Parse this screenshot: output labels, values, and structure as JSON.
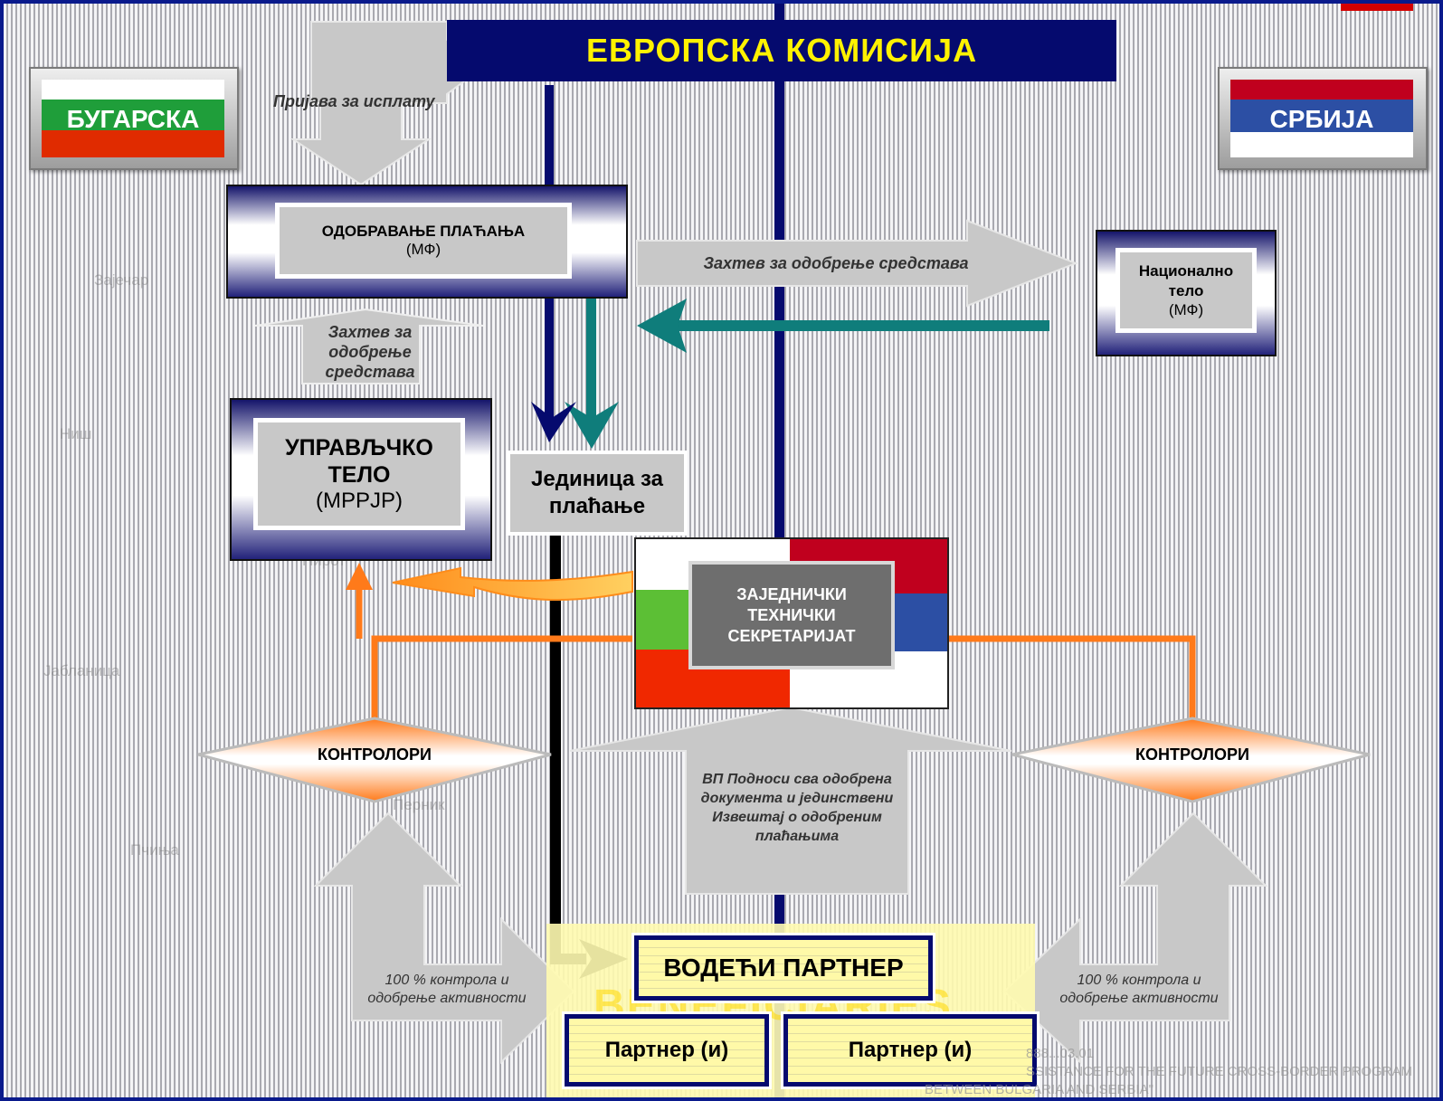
{
  "title": "ЕВРОПСКА КОМИСИЈА",
  "countries": {
    "left": {
      "label": "БУГАРСКА",
      "colors": [
        "#ffffff",
        "#1f9e3a",
        "#e02b00"
      ]
    },
    "right": {
      "label": "СРБИЈА",
      "colors": [
        "#c0001e",
        "#2c4fa4",
        "#ffffff"
      ]
    }
  },
  "boxes": {
    "payment_approval": {
      "title": "ОДОБРАВАЊЕ ПЛАЋАЊА",
      "sub": "(МФ)"
    },
    "national_body": {
      "title": "Национално тело",
      "sub": "(МФ)"
    },
    "managing_body": {
      "title": "УПРАВЉЧКО ТЕЛО",
      "sub": "(МРРЈР)"
    },
    "payment_unit": {
      "title": "Јединица за плаћање"
    },
    "jts": {
      "title": "ЗАЈЕДНИЧКИ ТЕХНИЧКИ СЕКРЕТАРИЈАТ"
    },
    "controllers_left": {
      "title": "КОНТРОЛОРИ"
    },
    "controllers_right": {
      "title": "КОНТРОЛОРИ"
    },
    "lead_partner": {
      "title": "ВОДЕЋИ ПАРТНЕР"
    },
    "partner_1": {
      "title": "Партнер (и)"
    },
    "partner_2": {
      "title": "Партнер (и)"
    }
  },
  "arrows": {
    "payment_request": "Пријава за исплату",
    "funds_request_right": "Захтев за одобрење средстава",
    "funds_request_left": "Захтев за одобрење средстава",
    "lp_submission": "ВП Подноси сва одобрена документа и јединствени Извештај о одобреним плаћањима",
    "control_left": "100 % контрола и одобрење активности",
    "control_right": "100 % контрола и одобрење активности"
  },
  "watermark": {
    "beneficiaries": "BENEFICIARIES",
    "code": "888...03.01",
    "line1": "SSISTANCE FOR THE FUTURE CROSS-BORDER PROGRAM",
    "line2": "BETWEEN BULGARIA AND SERBIA\""
  },
  "map_labels": [
    "Зајечар",
    "Ниш",
    "Пирот",
    "Јабланица",
    "Перник",
    "Пчиња"
  ],
  "colors": {
    "navy": "#050a6e",
    "teal": "#0f7d7b",
    "orange": "#ff7a1a",
    "title_text": "#fff200"
  }
}
